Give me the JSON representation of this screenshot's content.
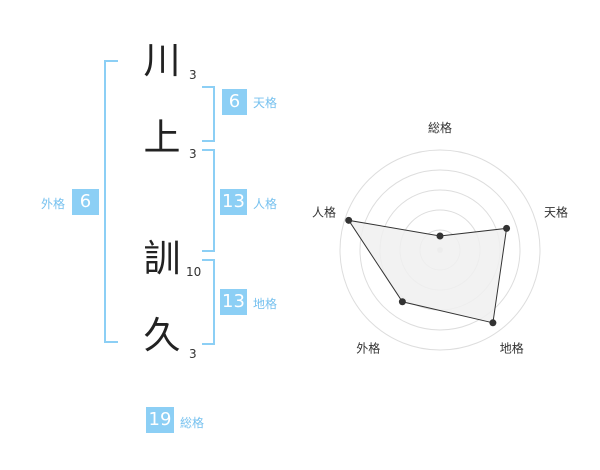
{
  "name": {
    "characters": [
      {
        "char": "川",
        "strokes": "3"
      },
      {
        "char": "上",
        "strokes": "3"
      },
      {
        "char": "訓",
        "strokes": "10"
      },
      {
        "char": "久",
        "strokes": "3"
      }
    ]
  },
  "fortunes": {
    "tenkaku": {
      "label": "天格",
      "value": "6"
    },
    "jinkaku": {
      "label": "人格",
      "value": "13"
    },
    "chikaku": {
      "label": "地格",
      "value": "13"
    },
    "gaikaku": {
      "label": "外格",
      "value": "6"
    },
    "soukaku": {
      "label": "総格",
      "value": "19"
    }
  },
  "colors": {
    "accent": "#8ccff5",
    "label": "#76c1ef",
    "radar_fill": "#f0f0f0",
    "radar_line": "#333333",
    "rings": "#dddddd"
  },
  "chart_data": {
    "type": "radar",
    "axes": [
      "総格",
      "天格",
      "地格",
      "外格",
      "人格"
    ],
    "max": 5,
    "rings": 5,
    "values": [
      0.7,
      3.5,
      4.5,
      3.2,
      4.8
    ]
  }
}
